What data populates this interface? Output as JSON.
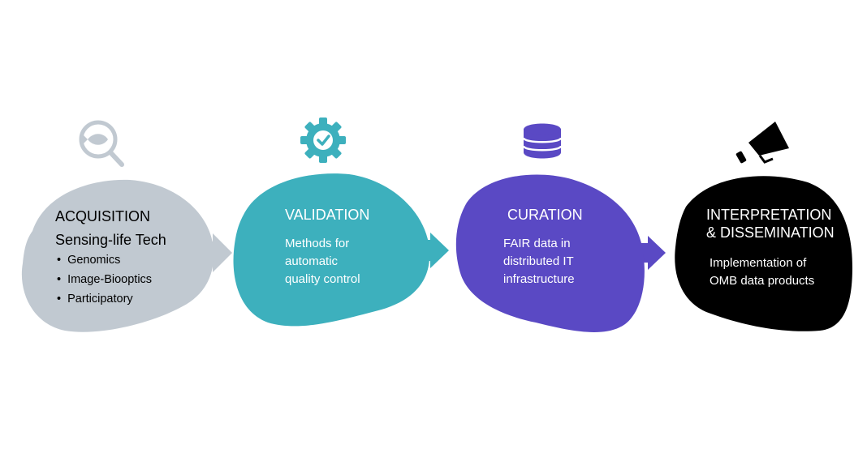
{
  "colors": {
    "acquisition": "#c1c9d1",
    "validation": "#3db0bd",
    "curation": "#5a49c4",
    "dissemination": "#000000",
    "text_dark": "#000000",
    "text_light": "#ffffff"
  },
  "stages": [
    {
      "id": "acquisition",
      "icon": "fish-magnifier-icon",
      "title": "ACQUISITION",
      "subtitle": "Sensing-life Tech",
      "items": [
        "Genomics",
        "Image-Biooptics",
        "Participatory"
      ]
    },
    {
      "id": "validation",
      "icon": "gear-check-icon",
      "title": "VALIDATION",
      "lines": [
        "Methods for",
        "automatic",
        "quality control"
      ]
    },
    {
      "id": "curation",
      "icon": "database-icon",
      "title": "CURATION",
      "lines": [
        "FAIR data in",
        "distributed IT",
        "infrastructure"
      ]
    },
    {
      "id": "dissemination",
      "icon": "megaphone-icon",
      "title_lines": [
        "INTERPRETATION",
        "& DISSEMINATION"
      ],
      "lines": [
        "Implementation of",
        "OMB data products"
      ]
    }
  ]
}
